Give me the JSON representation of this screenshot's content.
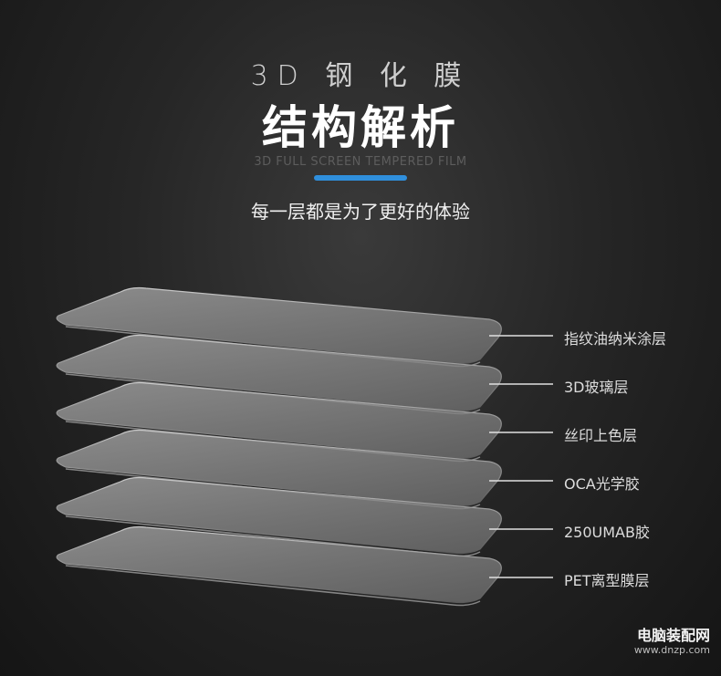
{
  "header": {
    "subtitle": "3D 钢 化 膜",
    "title": "结构解析",
    "english": "3D FULL SCREEN TEMPERED FILM",
    "tagline": "每一层都是为了更好的体验",
    "accent_color": "#2f8fdc"
  },
  "layers": [
    {
      "label": "指纹油纳米涂层"
    },
    {
      "label": "3D玻璃层"
    },
    {
      "label": "丝印上色层"
    },
    {
      "label": "OCA光学胶"
    },
    {
      "label": "250UMAB胶"
    },
    {
      "label": "PET离型膜层"
    }
  ],
  "watermark": {
    "site": "电脑装配网",
    "url": "www.dnzp.com"
  }
}
